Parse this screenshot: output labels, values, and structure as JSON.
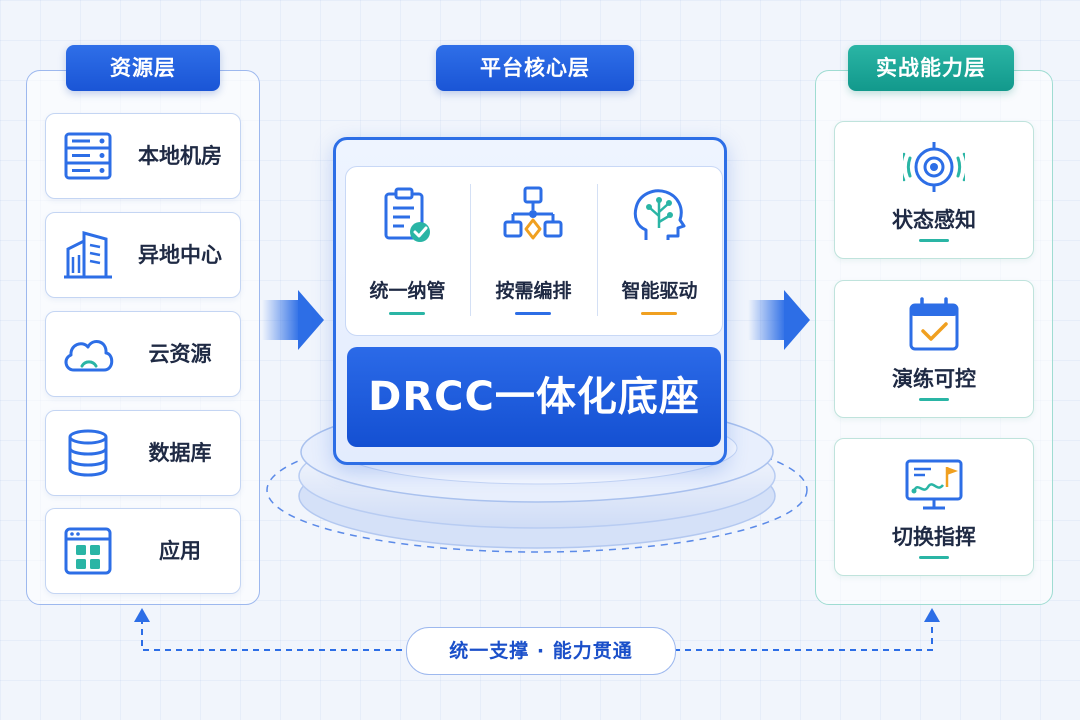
{
  "resource_layer": {
    "title": "资源层",
    "items": [
      {
        "label": "本地机房",
        "icon": "server-rack-icon"
      },
      {
        "label": "异地中心",
        "icon": "office-building-icon"
      },
      {
        "label": "云资源",
        "icon": "cloud-icon"
      },
      {
        "label": "数据库",
        "icon": "database-icon"
      },
      {
        "label": "应用",
        "icon": "app-window-icon"
      }
    ]
  },
  "platform_layer": {
    "title": "平台核心层",
    "features": [
      {
        "label": "统一纳管",
        "icon": "clipboard-check-icon",
        "accent": "#2ab5a5"
      },
      {
        "label": "按需编排",
        "icon": "flow-chart-icon",
        "accent": "#2d6ee6"
      },
      {
        "label": "智能驱动",
        "icon": "ai-head-icon",
        "accent": "#f0a020"
      }
    ],
    "base_label": "DRCC一体化底座"
  },
  "capability_layer": {
    "title": "实战能力层",
    "items": [
      {
        "label": "状态感知",
        "icon": "radar-target-icon"
      },
      {
        "label": "演练可控",
        "icon": "calendar-check-icon"
      },
      {
        "label": "切换指挥",
        "icon": "monitor-flag-icon"
      }
    ]
  },
  "footer": {
    "label": "统一支撑 · 能力贯通"
  },
  "colors": {
    "primary": "#2d6ee6",
    "teal": "#2ab5a5",
    "orange": "#f0a020",
    "text": "#1f2a44"
  }
}
